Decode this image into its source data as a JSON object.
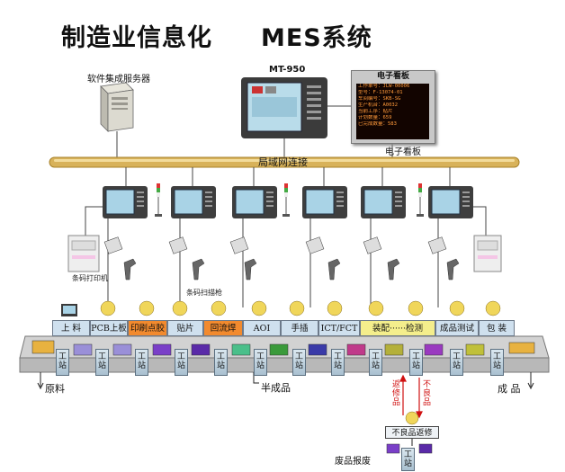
{
  "header": {
    "title_left": "制造业信息化",
    "title_right": "MES系统"
  },
  "labels": {
    "server": "软件集成服务器",
    "terminal_model": "MT-950",
    "eboard_label": "电子看板",
    "lan": "局域网连接",
    "barcode_printer": "条码打印机",
    "barcode_scanner": "条码扫描枪",
    "raw_material": "原料",
    "semi_finished": "半成品",
    "finished": "成 品",
    "scrap": "废品报废",
    "reject_repair": "不良品返修",
    "return_product": "返修品",
    "defective": "不良品"
  },
  "eboard": {
    "title": "电子看板",
    "lines": [
      "工作单号：JLW-00006",
      "型号：F-13074-01",
      "车间编号：SKB-SG",
      "生产机台：A0032",
      "当前工序：贴片",
      "计划数量：659",
      "已完成数量：583"
    ]
  },
  "stages": [
    {
      "label": "上 料",
      "color": "#cfe0ee"
    },
    {
      "label": "PCB上板",
      "color": "#cfe0ee"
    },
    {
      "label": "印刷点胶",
      "color": "#f28a2e"
    },
    {
      "label": "贴片",
      "color": "#cfe0ee"
    },
    {
      "label": "回流焊",
      "color": "#f28a2e"
    },
    {
      "label": "AOI",
      "color": "#cfe0ee"
    },
    {
      "label": "手插",
      "color": "#cfe0ee"
    },
    {
      "label": "ICT/FCT",
      "color": "#cfe0ee"
    },
    {
      "label": "装配······检测",
      "color": "#f4ee8c"
    },
    {
      "label": "成品测试",
      "color": "#cfe0ee"
    },
    {
      "label": "包 装",
      "color": "#cfe0ee"
    }
  ],
  "station": {
    "line1": "工",
    "line2": "站"
  },
  "colors": {
    "lan_bar": "#d8b25a",
    "conveyor": "#c9c9c9",
    "terminal_body": "#3e3e3e",
    "terminal_screen": "#a9d3e6",
    "arrow_red": "#d01010"
  }
}
